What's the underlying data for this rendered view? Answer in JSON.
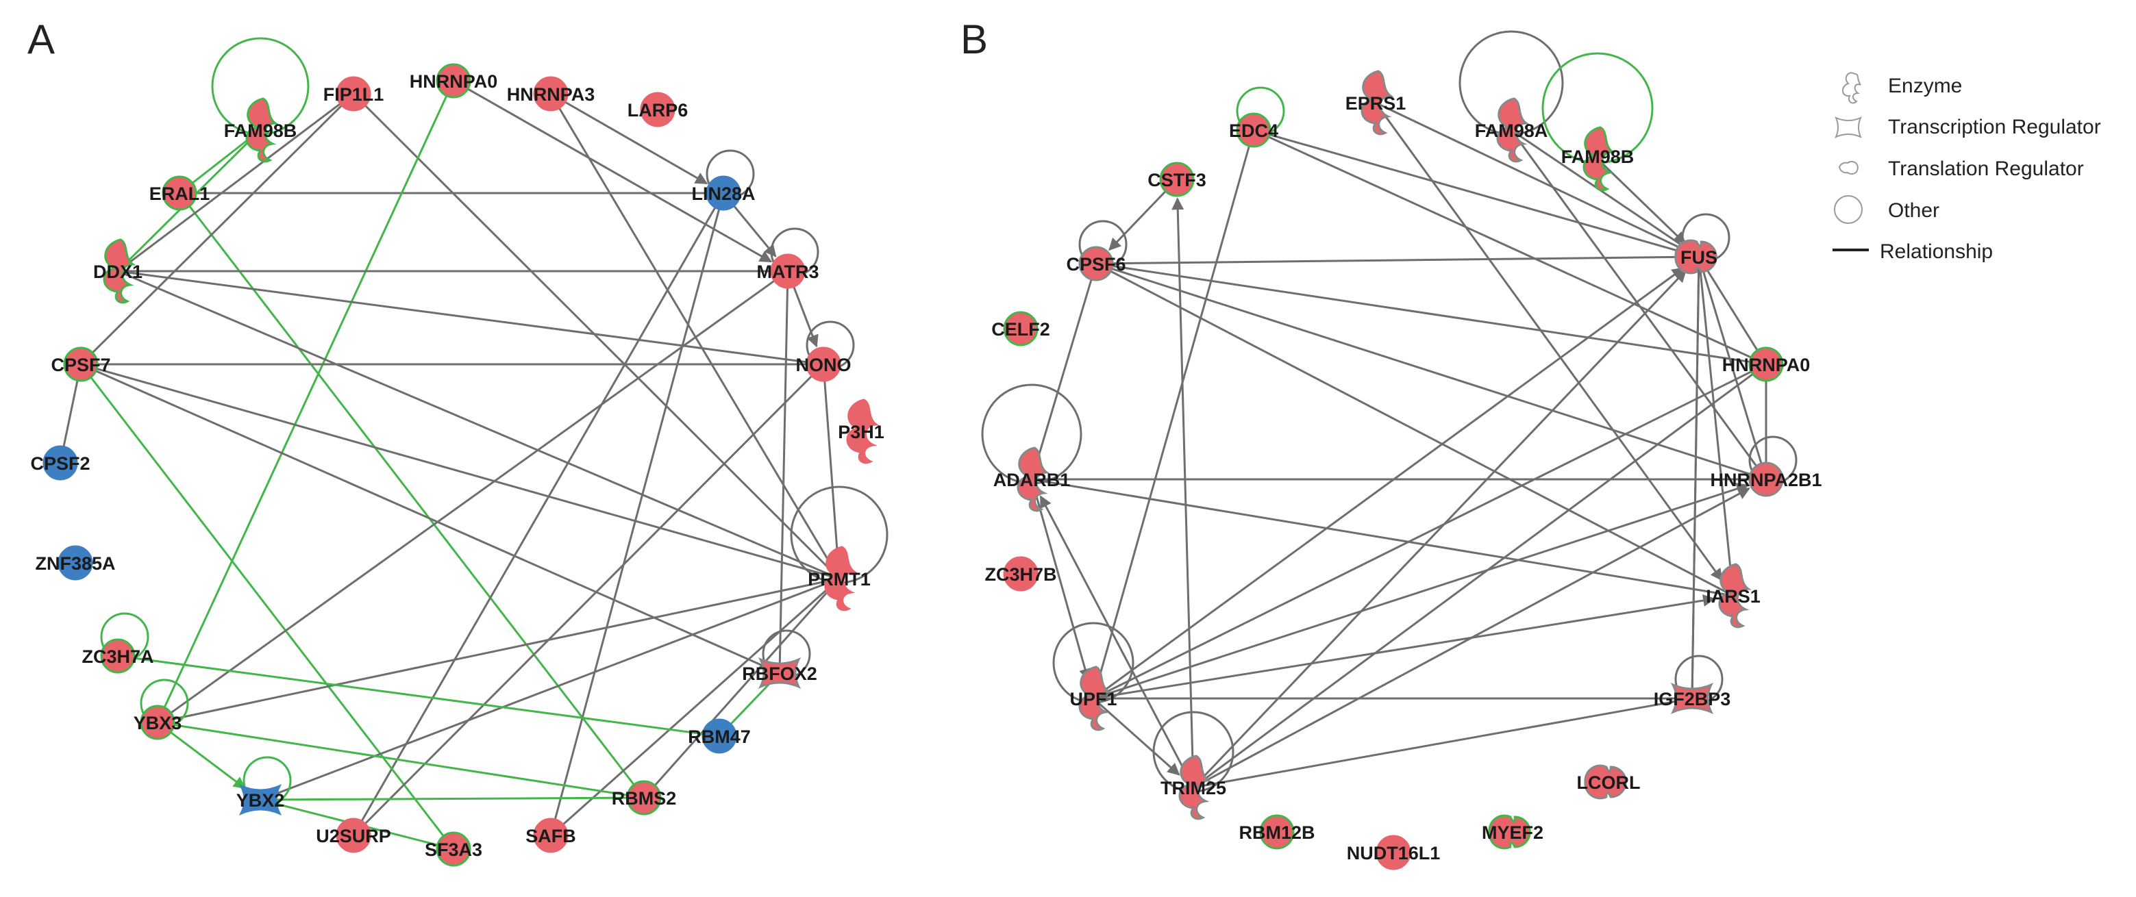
{
  "panels": [
    {
      "label": "A",
      "nodes": [
        {
          "id": "FIP1L1",
          "label": "FIP1L1",
          "shape": "circle",
          "fill": "#e8646a",
          "stroke": "#e8646a"
        },
        {
          "id": "HNRNPA0",
          "label": "HNRNPA0",
          "shape": "circle",
          "fill": "#e8646a",
          "stroke": "#42b649"
        },
        {
          "id": "HNRNPA3",
          "label": "HNRNPA3",
          "shape": "circle",
          "fill": "#e8646a",
          "stroke": "#e8646a"
        },
        {
          "id": "LARP6",
          "label": "LARP6",
          "shape": "circle",
          "fill": "#e8646a",
          "stroke": "#e8646a"
        },
        {
          "id": "FAM98B",
          "label": "FAM98B",
          "shape": "enzyme",
          "fill": "#e8646a",
          "stroke": "#42b649"
        },
        {
          "id": "LIN28A",
          "label": "LIN28A",
          "shape": "circle",
          "fill": "#3d7fc1",
          "stroke": "#3d7fc1"
        },
        {
          "id": "ERAL1",
          "label": "ERAL1",
          "shape": "circle",
          "fill": "#e8646a",
          "stroke": "#42b649"
        },
        {
          "id": "MATR3",
          "label": "MATR3",
          "shape": "circle",
          "fill": "#e8646a",
          "stroke": "#e8646a"
        },
        {
          "id": "DDX1",
          "label": "DDX1",
          "shape": "enzyme",
          "fill": "#e8646a",
          "stroke": "#42b649"
        },
        {
          "id": "CPSF7",
          "label": "CPSF7",
          "shape": "circle",
          "fill": "#e8646a",
          "stroke": "#42b649"
        },
        {
          "id": "NONO",
          "label": "NONO",
          "shape": "circle",
          "fill": "#e8646a",
          "stroke": "#e8646a"
        },
        {
          "id": "P3H1",
          "label": "P3H1",
          "shape": "enzyme",
          "fill": "#e8646a",
          "stroke": "#e8646a"
        },
        {
          "id": "CPSF2",
          "label": "CPSF2",
          "shape": "circle",
          "fill": "#3d7fc1",
          "stroke": "#3d7fc1"
        },
        {
          "id": "ZNF385A",
          "label": "ZNF385A",
          "shape": "circle",
          "fill": "#3d7fc1",
          "stroke": "#3d7fc1"
        },
        {
          "id": "PRMT1",
          "label": "PRMT1",
          "shape": "enzyme",
          "fill": "#e8646a",
          "stroke": "#e8646a"
        },
        {
          "id": "ZC3H7A",
          "label": "ZC3H7A",
          "shape": "circle",
          "fill": "#e8646a",
          "stroke": "#42b649"
        },
        {
          "id": "RBFOX2",
          "label": "RBFOX2",
          "shape": "transcription",
          "fill": "#e8646a",
          "stroke": "#888888"
        },
        {
          "id": "YBX3",
          "label": "YBX3",
          "shape": "circle",
          "fill": "#e8646a",
          "stroke": "#42b649"
        },
        {
          "id": "RBM47",
          "label": "RBM47",
          "shape": "circle",
          "fill": "#3d7fc1",
          "stroke": "#3d7fc1"
        },
        {
          "id": "YBX2",
          "label": "YBX2",
          "shape": "transcription",
          "fill": "#3d7fc1",
          "stroke": "#3d7fc1"
        },
        {
          "id": "RBMS2",
          "label": "RBMS2",
          "shape": "circle",
          "fill": "#e8646a",
          "stroke": "#42b649"
        },
        {
          "id": "U2SURP",
          "label": "U2SURP",
          "shape": "circle",
          "fill": "#e8646a",
          "stroke": "#e8646a"
        },
        {
          "id": "SF3A3",
          "label": "SF3A3",
          "shape": "circle",
          "fill": "#e8646a",
          "stroke": "#42b649"
        },
        {
          "id": "SAFB",
          "label": "SAFB",
          "shape": "circle",
          "fill": "#e8646a",
          "stroke": "#e8646a"
        }
      ],
      "edges": [
        {
          "from": "ERAL1",
          "to": "LIN28A",
          "color": "#6e6e6e"
        },
        {
          "from": "ERAL1",
          "to": "RBMS2",
          "color": "#42b649"
        },
        {
          "from": "FAM98B",
          "to": "ERAL1",
          "color": "#42b649"
        },
        {
          "from": "FAM98B",
          "to": "DDX1",
          "color": "#42b649"
        },
        {
          "from": "FIP1L1",
          "to": "DDX1",
          "color": "#6e6e6e"
        },
        {
          "from": "FIP1L1",
          "to": "CPSF7",
          "color": "#6e6e6e"
        },
        {
          "from": "FIP1L1",
          "to": "PRMT1",
          "color": "#6e6e6e"
        },
        {
          "from": "HNRNPA0",
          "to": "YBX3",
          "color": "#42b649"
        },
        {
          "from": "HNRNPA0",
          "to": "MATR3",
          "color": "#6e6e6e",
          "arrow": true
        },
        {
          "from": "HNRNPA3",
          "to": "LIN28A",
          "color": "#6e6e6e",
          "arrow": true
        },
        {
          "from": "HNRNPA3",
          "to": "PRMT1",
          "color": "#6e6e6e"
        },
        {
          "from": "LIN28A",
          "to": "MATR3",
          "color": "#6e6e6e",
          "arrow": true
        },
        {
          "from": "LIN28A",
          "to": "U2SURP",
          "color": "#6e6e6e"
        },
        {
          "from": "LIN28A",
          "to": "SAFB",
          "color": "#6e6e6e"
        },
        {
          "from": "DDX1",
          "to": "MATR3",
          "color": "#6e6e6e"
        },
        {
          "from": "DDX1",
          "to": "NONO",
          "color": "#6e6e6e"
        },
        {
          "from": "DDX1",
          "to": "PRMT1",
          "color": "#6e6e6e"
        },
        {
          "from": "CPSF7",
          "to": "NONO",
          "color": "#6e6e6e"
        },
        {
          "from": "CPSF7",
          "to": "PRMT1",
          "color": "#6e6e6e"
        },
        {
          "from": "CPSF7",
          "to": "RBFOX2",
          "color": "#6e6e6e"
        },
        {
          "from": "CPSF7",
          "to": "SF3A3",
          "color": "#42b649"
        },
        {
          "from": "CPSF7",
          "to": "CPSF2",
          "color": "#6e6e6e"
        },
        {
          "from": "MATR3",
          "to": "NONO",
          "color": "#6e6e6e",
          "arrow": true
        },
        {
          "from": "MATR3",
          "to": "RBFOX2",
          "color": "#6e6e6e"
        },
        {
          "from": "MATR3",
          "to": "YBX3",
          "color": "#6e6e6e"
        },
        {
          "from": "NONO",
          "to": "PRMT1",
          "color": "#6e6e6e"
        },
        {
          "from": "NONO",
          "to": "U2SURP",
          "color": "#6e6e6e"
        },
        {
          "from": "PRMT1",
          "to": "YBX3",
          "color": "#6e6e6e"
        },
        {
          "from": "PRMT1",
          "to": "RBMS2",
          "color": "#6e6e6e"
        },
        {
          "from": "PRMT1",
          "to": "SAFB",
          "color": "#6e6e6e"
        },
        {
          "from": "PRMT1",
          "to": "YBX2",
          "color": "#6e6e6e"
        },
        {
          "from": "ZC3H7A",
          "to": "RBM47",
          "color": "#42b649"
        },
        {
          "from": "YBX3",
          "to": "RBMS2",
          "color": "#42b649"
        },
        {
          "from": "YBX3",
          "to": "YBX2",
          "color": "#42b649",
          "arrow": true
        },
        {
          "from": "YBX2",
          "to": "RBMS2",
          "color": "#42b649"
        },
        {
          "from": "SF3A3",
          "to": "YBX2",
          "color": "#42b649"
        },
        {
          "from": "RBM47",
          "to": "RBFOX2",
          "color": "#42b649"
        }
      ],
      "self_loops": [
        {
          "node": "FAM98B",
          "color": "#42b649"
        },
        {
          "node": "LIN28A",
          "color": "#6e6e6e"
        },
        {
          "node": "MATR3",
          "color": "#6e6e6e"
        },
        {
          "node": "NONO",
          "color": "#6e6e6e"
        },
        {
          "node": "PRMT1",
          "color": "#6e6e6e"
        },
        {
          "node": "ZC3H7A",
          "color": "#42b649"
        },
        {
          "node": "RBFOX2",
          "color": "#6e6e6e"
        },
        {
          "node": "YBX3",
          "color": "#42b649"
        },
        {
          "node": "YBX2",
          "color": "#42b649"
        }
      ]
    },
    {
      "label": "B",
      "nodes": [
        {
          "id": "EDC4",
          "label": "EDC4",
          "shape": "circle",
          "fill": "#e8646a",
          "stroke": "#42b649"
        },
        {
          "id": "EPRS1",
          "label": "EPRS1",
          "shape": "enzyme",
          "fill": "#e8646a",
          "stroke": "#888888"
        },
        {
          "id": "FAM98A",
          "label": "FAM98A",
          "shape": "enzyme",
          "fill": "#e8646a",
          "stroke": "#888888"
        },
        {
          "id": "FAM98B",
          "label": "FAM98B",
          "shape": "enzyme",
          "fill": "#e8646a",
          "stroke": "#42b649"
        },
        {
          "id": "CSTF3",
          "label": "CSTF3",
          "shape": "circle",
          "fill": "#e8646a",
          "stroke": "#42b649"
        },
        {
          "id": "CPSF6",
          "label": "CPSF6",
          "shape": "circle",
          "fill": "#e8646a",
          "stroke": "#888888"
        },
        {
          "id": "FUS",
          "label": "FUS",
          "shape": "translation",
          "fill": "#e8646a",
          "stroke": "#888888"
        },
        {
          "id": "CELF2",
          "label": "CELF2",
          "shape": "circle",
          "fill": "#e8646a",
          "stroke": "#42b649"
        },
        {
          "id": "HNRNPA0",
          "label": "HNRNPA0",
          "shape": "circle",
          "fill": "#e8646a",
          "stroke": "#42b649"
        },
        {
          "id": "ADARB1",
          "label": "ADARB1",
          "shape": "enzyme",
          "fill": "#e8646a",
          "stroke": "#888888"
        },
        {
          "id": "HNRNPA2B1",
          "label": "HNRNPA2B1",
          "shape": "circle",
          "fill": "#e8646a",
          "stroke": "#888888"
        },
        {
          "id": "ZC3H7B",
          "label": "ZC3H7B",
          "shape": "circle",
          "fill": "#e8646a",
          "stroke": "#e8646a"
        },
        {
          "id": "IARS1",
          "label": "IARS1",
          "shape": "enzyme",
          "fill": "#e8646a",
          "stroke": "#888888"
        },
        {
          "id": "UPF1",
          "label": "UPF1",
          "shape": "enzyme",
          "fill": "#e8646a",
          "stroke": "#888888"
        },
        {
          "id": "IGF2BP3",
          "label": "IGF2BP3",
          "shape": "transcription",
          "fill": "#e8646a",
          "stroke": "#888888"
        },
        {
          "id": "TRIM25",
          "label": "TRIM25",
          "shape": "enzyme",
          "fill": "#e8646a",
          "stroke": "#888888"
        },
        {
          "id": "LCORL",
          "label": "LCORL",
          "shape": "translation",
          "fill": "#e8646a",
          "stroke": "#888888"
        },
        {
          "id": "RBM12B",
          "label": "RBM12B",
          "shape": "circle",
          "fill": "#e8646a",
          "stroke": "#42b649"
        },
        {
          "id": "NUDT16L1",
          "label": "NUDT16L1",
          "shape": "circle",
          "fill": "#e8646a",
          "stroke": "#e8646a"
        },
        {
          "id": "MYEF2",
          "label": "MYEF2",
          "shape": "translation",
          "fill": "#e8646a",
          "stroke": "#42b649"
        }
      ],
      "edges": [
        {
          "from": "EDC4",
          "to": "UPF1",
          "color": "#6e6e6e"
        },
        {
          "from": "EDC4",
          "to": "FUS",
          "color": "#6e6e6e"
        },
        {
          "from": "EDC4",
          "to": "HNRNPA0",
          "color": "#6e6e6e"
        },
        {
          "from": "EPRS1",
          "to": "FUS",
          "color": "#6e6e6e"
        },
        {
          "from": "EPRS1",
          "to": "IARS1",
          "color": "#6e6e6e",
          "arrow": true
        },
        {
          "from": "FAM98A",
          "to": "FUS",
          "color": "#6e6e6e"
        },
        {
          "from": "FAM98A",
          "to": "HNRNPA2B1",
          "color": "#6e6e6e"
        },
        {
          "from": "FAM98B",
          "to": "FUS",
          "color": "#6e6e6e",
          "arrow": true
        },
        {
          "from": "CSTF3",
          "to": "CPSF6",
          "color": "#6e6e6e",
          "arrow": true
        },
        {
          "from": "CPSF6",
          "to": "FUS",
          "color": "#6e6e6e"
        },
        {
          "from": "CPSF6",
          "to": "HNRNPA0",
          "color": "#6e6e6e"
        },
        {
          "from": "CPSF6",
          "to": "HNRNPA2B1",
          "color": "#6e6e6e"
        },
        {
          "from": "CPSF6",
          "to": "IARS1",
          "color": "#6e6e6e"
        },
        {
          "from": "CPSF6",
          "to": "ADARB1",
          "color": "#6e6e6e"
        },
        {
          "from": "FUS",
          "to": "HNRNPA0",
          "color": "#6e6e6e"
        },
        {
          "from": "FUS",
          "to": "HNRNPA2B1",
          "color": "#6e6e6e"
        },
        {
          "from": "FUS",
          "to": "IARS1",
          "color": "#6e6e6e"
        },
        {
          "from": "FUS",
          "to": "IGF2BP3",
          "color": "#6e6e6e"
        },
        {
          "from": "HNRNPA0",
          "to": "HNRNPA2B1",
          "color": "#6e6e6e"
        },
        {
          "from": "ADARB1",
          "to": "HNRNPA2B1",
          "color": "#6e6e6e"
        },
        {
          "from": "ADARB1",
          "to": "IARS1",
          "color": "#6e6e6e"
        },
        {
          "from": "ADARB1",
          "to": "UPF1",
          "color": "#6e6e6e",
          "arrow": true
        },
        {
          "from": "UPF1",
          "to": "FUS",
          "color": "#6e6e6e",
          "arrow": true
        },
        {
          "from": "UPF1",
          "to": "HNRNPA0",
          "color": "#6e6e6e"
        },
        {
          "from": "UPF1",
          "to": "HNRNPA2B1",
          "color": "#6e6e6e",
          "arrow": true
        },
        {
          "from": "UPF1",
          "to": "IARS1",
          "color": "#6e6e6e",
          "arrow": true
        },
        {
          "from": "UPF1",
          "to": "IGF2BP3",
          "color": "#6e6e6e"
        },
        {
          "from": "UPF1",
          "to": "TRIM25",
          "color": "#6e6e6e",
          "arrow": true
        },
        {
          "from": "TRIM25",
          "to": "CSTF3",
          "color": "#6e6e6e",
          "arrow": true
        },
        {
          "from": "TRIM25",
          "to": "FUS",
          "color": "#6e6e6e",
          "arrow": true
        },
        {
          "from": "TRIM25",
          "to": "HNRNPA0",
          "color": "#6e6e6e"
        },
        {
          "from": "TRIM25",
          "to": "HNRNPA2B1",
          "color": "#6e6e6e",
          "arrow": true
        },
        {
          "from": "TRIM25",
          "to": "IGF2BP3",
          "color": "#6e6e6e"
        },
        {
          "from": "TRIM25",
          "to": "ADARB1",
          "color": "#6e6e6e",
          "arrow": true
        },
        {
          "from": "IGF2BP3",
          "to": "FUS",
          "color": "#6e6e6e"
        }
      ],
      "self_loops": [
        {
          "node": "EDC4",
          "color": "#42b649"
        },
        {
          "node": "FAM98A",
          "color": "#6e6e6e"
        },
        {
          "node": "FAM98B",
          "color": "#42b649"
        },
        {
          "node": "CPSF6",
          "color": "#6e6e6e"
        },
        {
          "node": "FUS",
          "color": "#6e6e6e"
        },
        {
          "node": "ADARB1",
          "color": "#6e6e6e"
        },
        {
          "node": "HNRNPA2B1",
          "color": "#6e6e6e"
        },
        {
          "node": "UPF1",
          "color": "#6e6e6e"
        },
        {
          "node": "IGF2BP3",
          "color": "#6e6e6e"
        },
        {
          "node": "TRIM25",
          "color": "#6e6e6e"
        }
      ]
    }
  ],
  "legend": {
    "items": [
      {
        "shape": "enzyme",
        "label": "Enzyme"
      },
      {
        "shape": "transcription",
        "label": "Transcription Regulator"
      },
      {
        "shape": "translation",
        "label": "Translation Regulator"
      },
      {
        "shape": "circle",
        "label": "Other"
      },
      {
        "shape": "line",
        "label": "Relationship"
      }
    ]
  },
  "colors": {
    "node_red": "#e8646a",
    "node_blue": "#3d7fc1",
    "edge_gray": "#6e6e6e",
    "edge_green": "#42b649"
  }
}
